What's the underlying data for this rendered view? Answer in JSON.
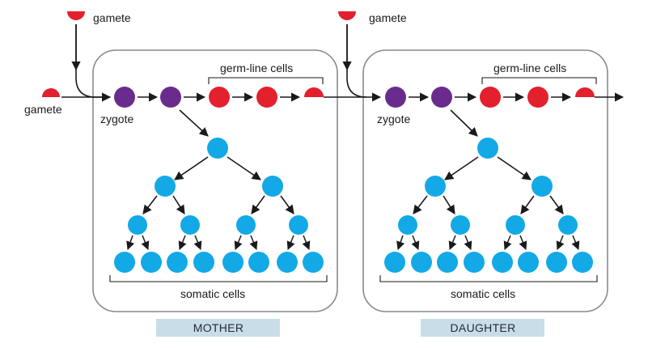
{
  "labels": {
    "gamete": "gamete",
    "zygote": "zygote",
    "germ_line": "germ-line cells",
    "somatic": "somatic cells"
  },
  "panels": [
    {
      "caption": "MOTHER"
    },
    {
      "caption": "DAUGHTER"
    }
  ],
  "colors": {
    "gamete": "#e3202e",
    "zygote": "#6a2c8c",
    "germ_line_cell": "#e3202e",
    "somatic_cell": "#12a9e6",
    "caption_bg": "#c9dde8",
    "arrow": "#1a1a1a",
    "panel_border": "#8a8a8a"
  }
}
